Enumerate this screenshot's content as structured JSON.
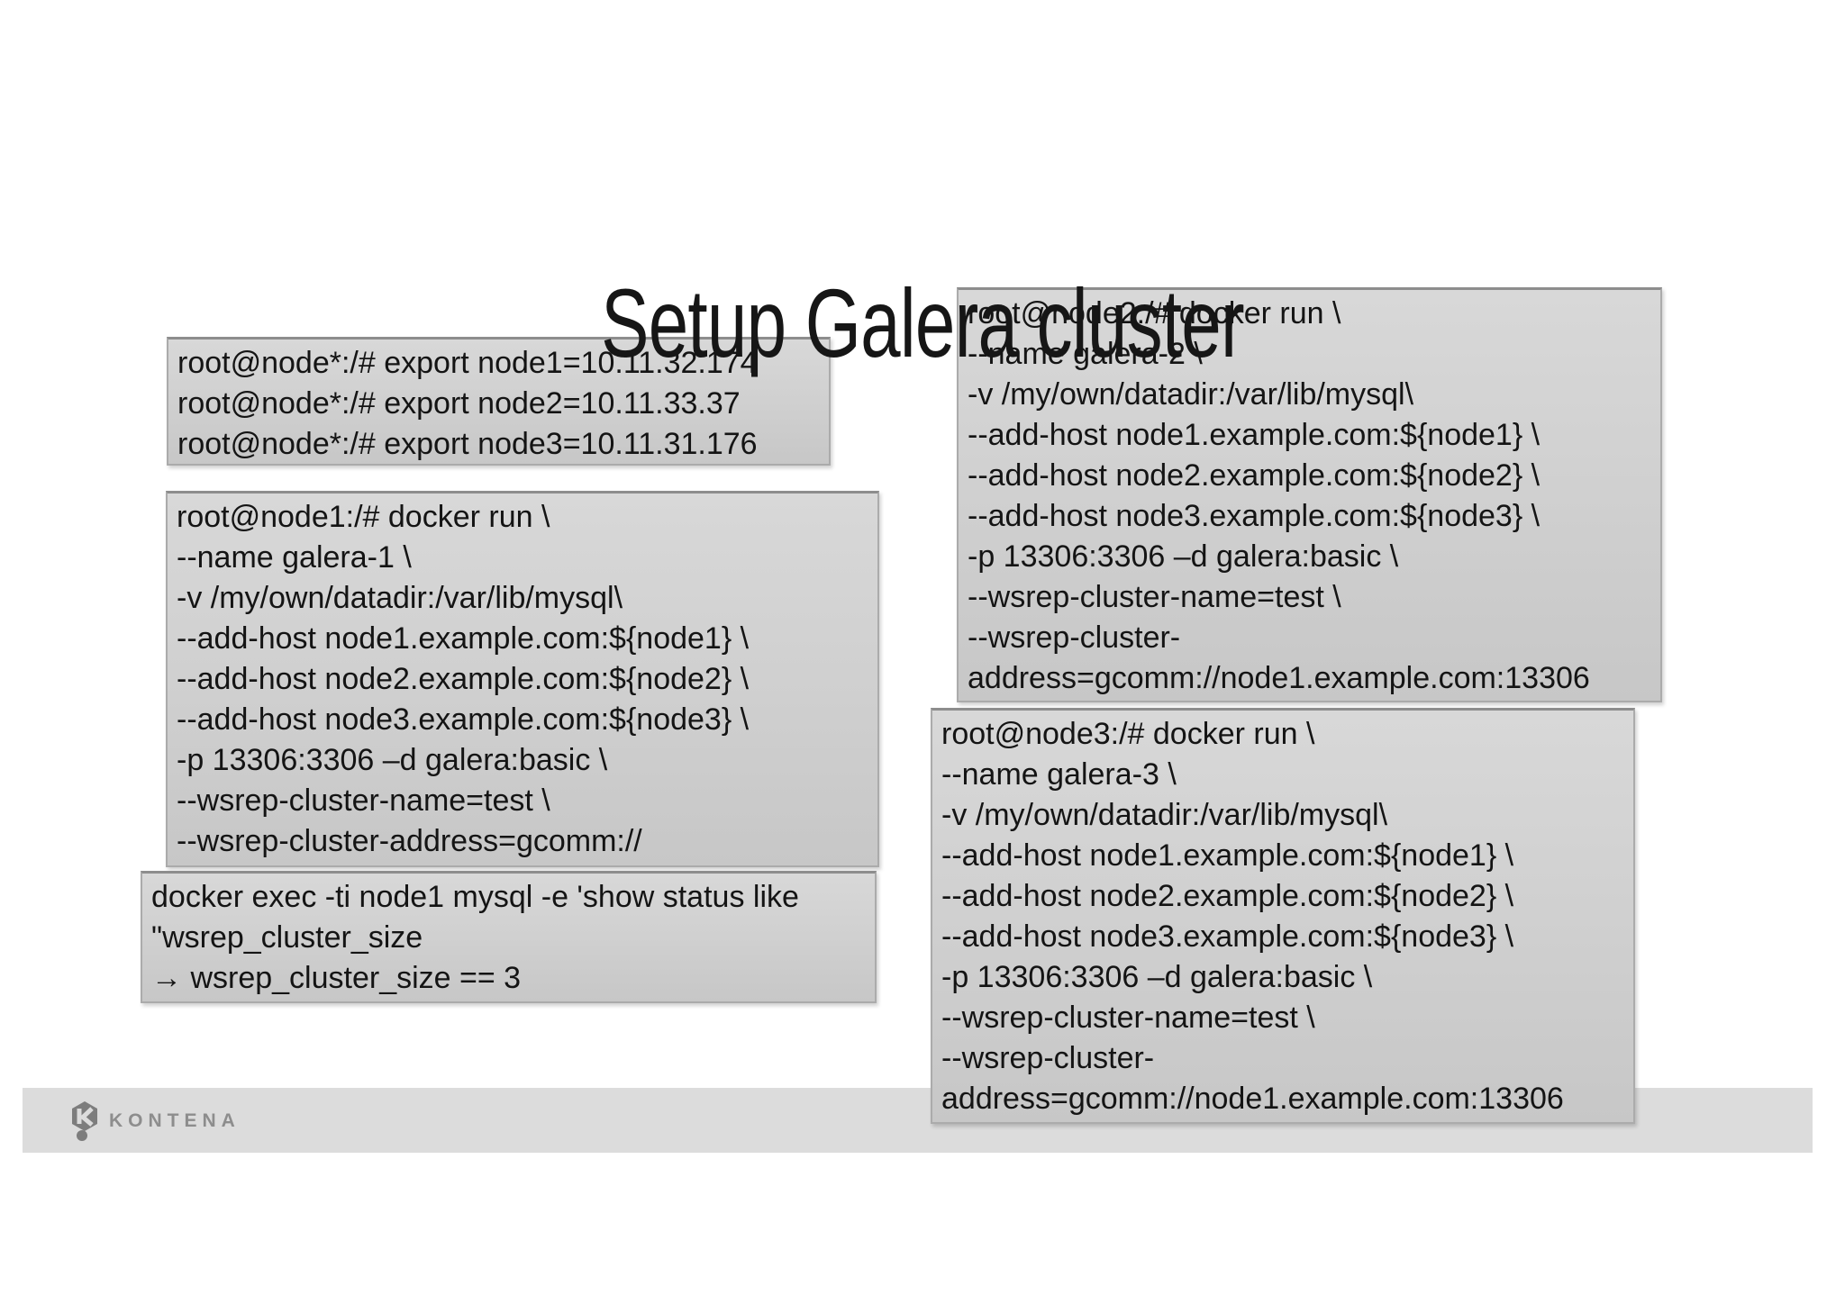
{
  "title": "Setup Galera cluster",
  "boxes": {
    "exports": {
      "lines": [
        "root@node*:/# export node1=10.11.32.174",
        "root@node*:/# export node2=10.11.33.37",
        "root@node*:/# export node3=10.11.31.176"
      ]
    },
    "node1_run": {
      "lines": [
        "root@node1:/# docker run \\",
        "--name galera-1 \\",
        "-v /my/own/datadir:/var/lib/mysql\\",
        "--add-host node1.example.com:${node1} \\",
        "--add-host node2.example.com:${node2} \\",
        "--add-host node3.example.com:${node3} \\",
        "-p 13306:3306 –d galera:basic \\",
        "--wsrep-cluster-name=test \\",
        "--wsrep-cluster-address=gcomm://"
      ]
    },
    "cluster_check": {
      "lines": [
        "docker exec -ti node1 mysql -e 'show status like",
        "\"wsrep_cluster_size",
        "→ wsrep_cluster_size == 3"
      ]
    },
    "node2_run": {
      "lines": [
        "root@node2:/# docker run \\",
        "--name galera-2 \\",
        "-v /my/own/datadir:/var/lib/mysql\\",
        "--add-host node1.example.com:${node1} \\",
        "--add-host node2.example.com:${node2} \\",
        "--add-host node3.example.com:${node3} \\",
        "-p 13306:3306 –d galera:basic \\",
        "--wsrep-cluster-name=test \\",
        "--wsrep-cluster-",
        "address=gcomm://node1.example.com:13306"
      ]
    },
    "node3_run": {
      "lines": [
        "root@node3:/# docker run \\",
        "--name galera-3 \\",
        "-v /my/own/datadir:/var/lib/mysql\\",
        "--add-host node1.example.com:${node1} \\",
        "--add-host node2.example.com:${node2} \\",
        "--add-host node3.example.com:${node3} \\",
        "-p 13306:3306 –d galera:basic \\",
        "--wsrep-cluster-name=test \\",
        "--wsrep-cluster-",
        "address=gcomm://node1.example.com:13306"
      ]
    }
  },
  "footer": {
    "brand": "KONTENA",
    "logo_icon": "kontena-hexagon-icon"
  },
  "colors": {
    "background": "#ffffff",
    "title_text": "#161616",
    "box_fill_top": "#d8d8d8",
    "box_fill_bottom": "#c7c7c7",
    "box_border": "#ababab",
    "box_border_top": "#8d8d8d",
    "code_text": "#141414",
    "footer_bg": "#dcdcdc",
    "brand_gray": "#8d8d8d"
  }
}
